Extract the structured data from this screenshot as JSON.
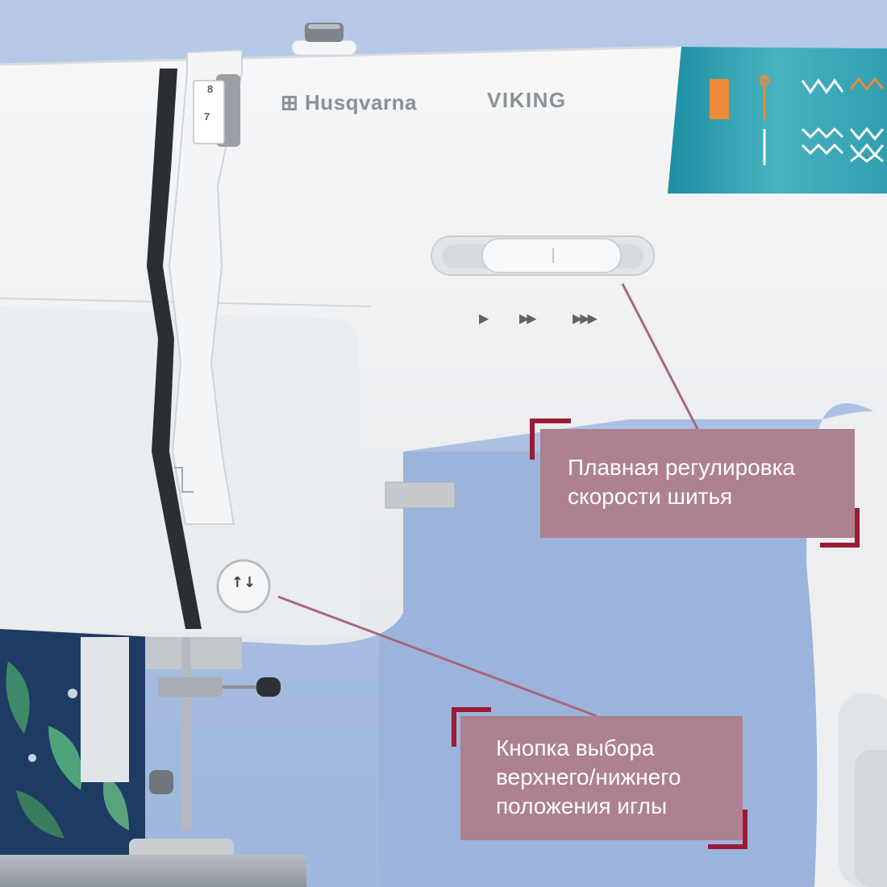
{
  "brand": {
    "husqvarna": "Husqvarna",
    "viking": "VIKING"
  },
  "thread_dial": {
    "numbers": [
      "8",
      "7"
    ]
  },
  "speed_indicator": {
    "slow": "▶",
    "medium": "▶▶",
    "fast": "▶▶▶"
  },
  "needle_button": {
    "symbol": "↑↓"
  },
  "callouts": {
    "speed": {
      "lines": [
        "Плавная регулировка",
        "скорости шитья"
      ]
    },
    "needle": {
      "lines": [
        "Кнопка выбора",
        "верхнего/нижнего",
        "положения иглы"
      ]
    }
  },
  "colors": {
    "callout_fill": "#ae8191",
    "callout_corner": "#9b1b36",
    "leader_line": "#a8687d",
    "background": "#a9bfe0",
    "machine_body": "#eef0f2",
    "stitch_panel": "#2fa0b0"
  }
}
